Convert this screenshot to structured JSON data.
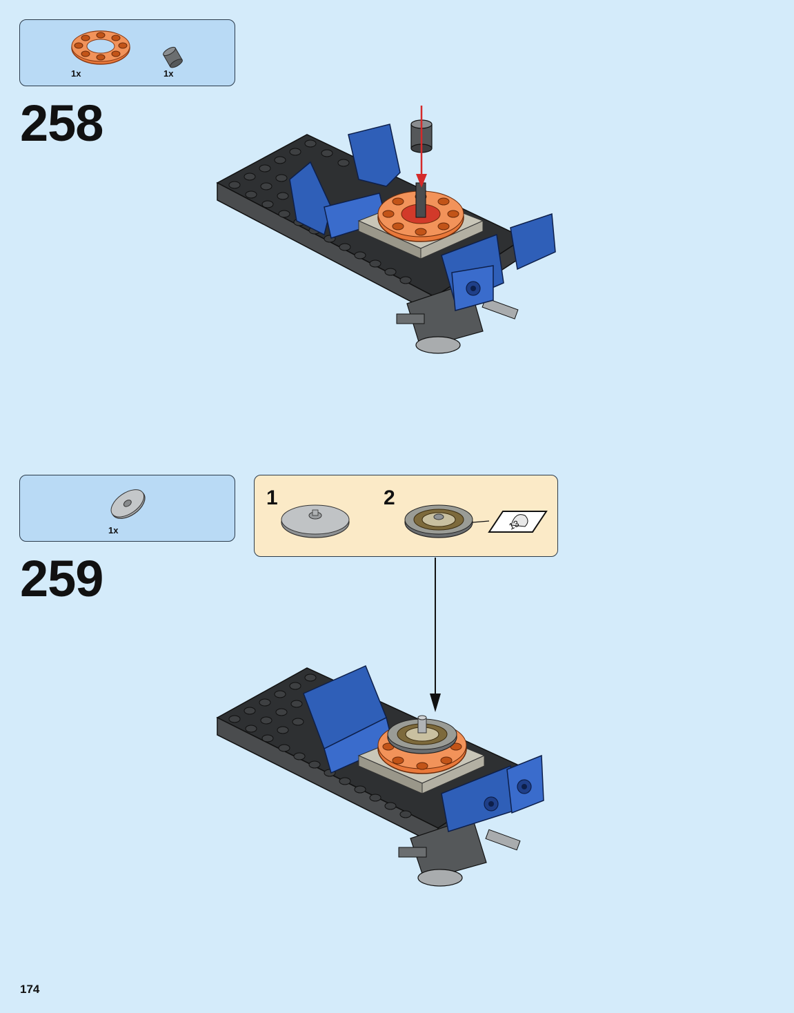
{
  "steps": [
    {
      "number": "258",
      "parts": [
        {
          "qty": "1x",
          "icon": "orange-ring-plate-icon",
          "color": "#e8742e"
        },
        {
          "qty": "1x",
          "icon": "grey-round-brick-icon",
          "color": "#6b6e70"
        }
      ]
    },
    {
      "number": "259",
      "parts": [
        {
          "qty": "1x",
          "icon": "grey-round-dish-icon",
          "color": "#a3a6a8"
        }
      ],
      "subassembly": {
        "steps": [
          {
            "number": "1",
            "icon": "grey-dish-icon"
          },
          {
            "number": "2",
            "icon": "printed-dish-icon",
            "sticker_number": "13"
          }
        ]
      }
    }
  ],
  "page_number": "174",
  "colors": {
    "background": "#d4ebfa",
    "parts_box": "#b9daf5",
    "subassembly_box": "#fbeac7",
    "brick_blue": "#2f5fb8",
    "brick_dark": "#3a3c3e",
    "trans_orange": "#e8742e",
    "arrow_red": "#d42a2a"
  }
}
